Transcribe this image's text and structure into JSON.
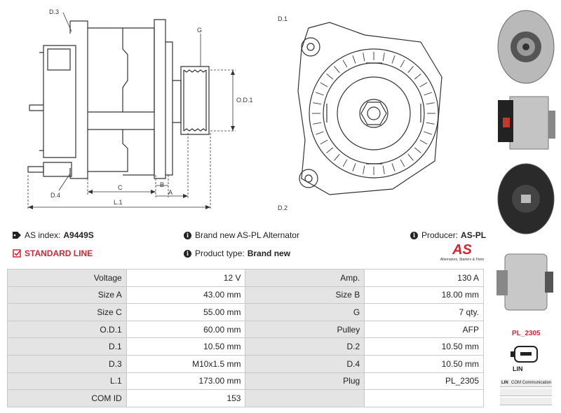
{
  "drawing": {
    "labels": {
      "d3": "D.3",
      "g": "G",
      "od1": "O.D.1",
      "d4": "D.4",
      "c": "C",
      "b": "B",
      "a": "A",
      "l1": "L.1",
      "d1": "D.1",
      "d2": "D.2"
    }
  },
  "info": {
    "index_label": "AS index:",
    "index_value": "A9449S",
    "description": "Brand new AS-PL Alternator",
    "producer_label": "Producer:",
    "producer_value": "AS-PL",
    "line": "STANDARD LINE",
    "product_type_label": "Product type:",
    "product_type_value": "Brand new",
    "logo_text": "AS",
    "logo_tagline": "Alternators, Starters & Parts"
  },
  "specs": [
    {
      "l1": "Voltage",
      "v1": "12 V",
      "l2": "Amp.",
      "v2": "130 A"
    },
    {
      "l1": "Size A",
      "v1": "43.00 mm",
      "l2": "Size B",
      "v2": "18.00 mm"
    },
    {
      "l1": "Size C",
      "v1": "55.00 mm",
      "l2": "G",
      "v2": "7 qty."
    },
    {
      "l1": "O.D.1",
      "v1": "60.00 mm",
      "l2": "Pulley",
      "v2": "AFP"
    },
    {
      "l1": "D.1",
      "v1": "10.50 mm",
      "l2": "D.2",
      "v2": "10.50 mm"
    },
    {
      "l1": "D.3",
      "v1": "M10x1.5 mm",
      "l2": "D.4",
      "v2": "10.50 mm"
    },
    {
      "l1": "L.1",
      "v1": "173.00 mm",
      "l2": "Plug",
      "v2": "PL_2305"
    },
    {
      "l1": "COM ID",
      "v1": "153",
      "l2": "",
      "v2": ""
    }
  ],
  "plug": {
    "code": "PL_2305",
    "connector_label": "LIN",
    "table": [
      {
        "k": "LIN",
        "v": "COM Communication"
      },
      {
        "k": "",
        "v": ""
      },
      {
        "k": "",
        "v": ""
      }
    ]
  }
}
